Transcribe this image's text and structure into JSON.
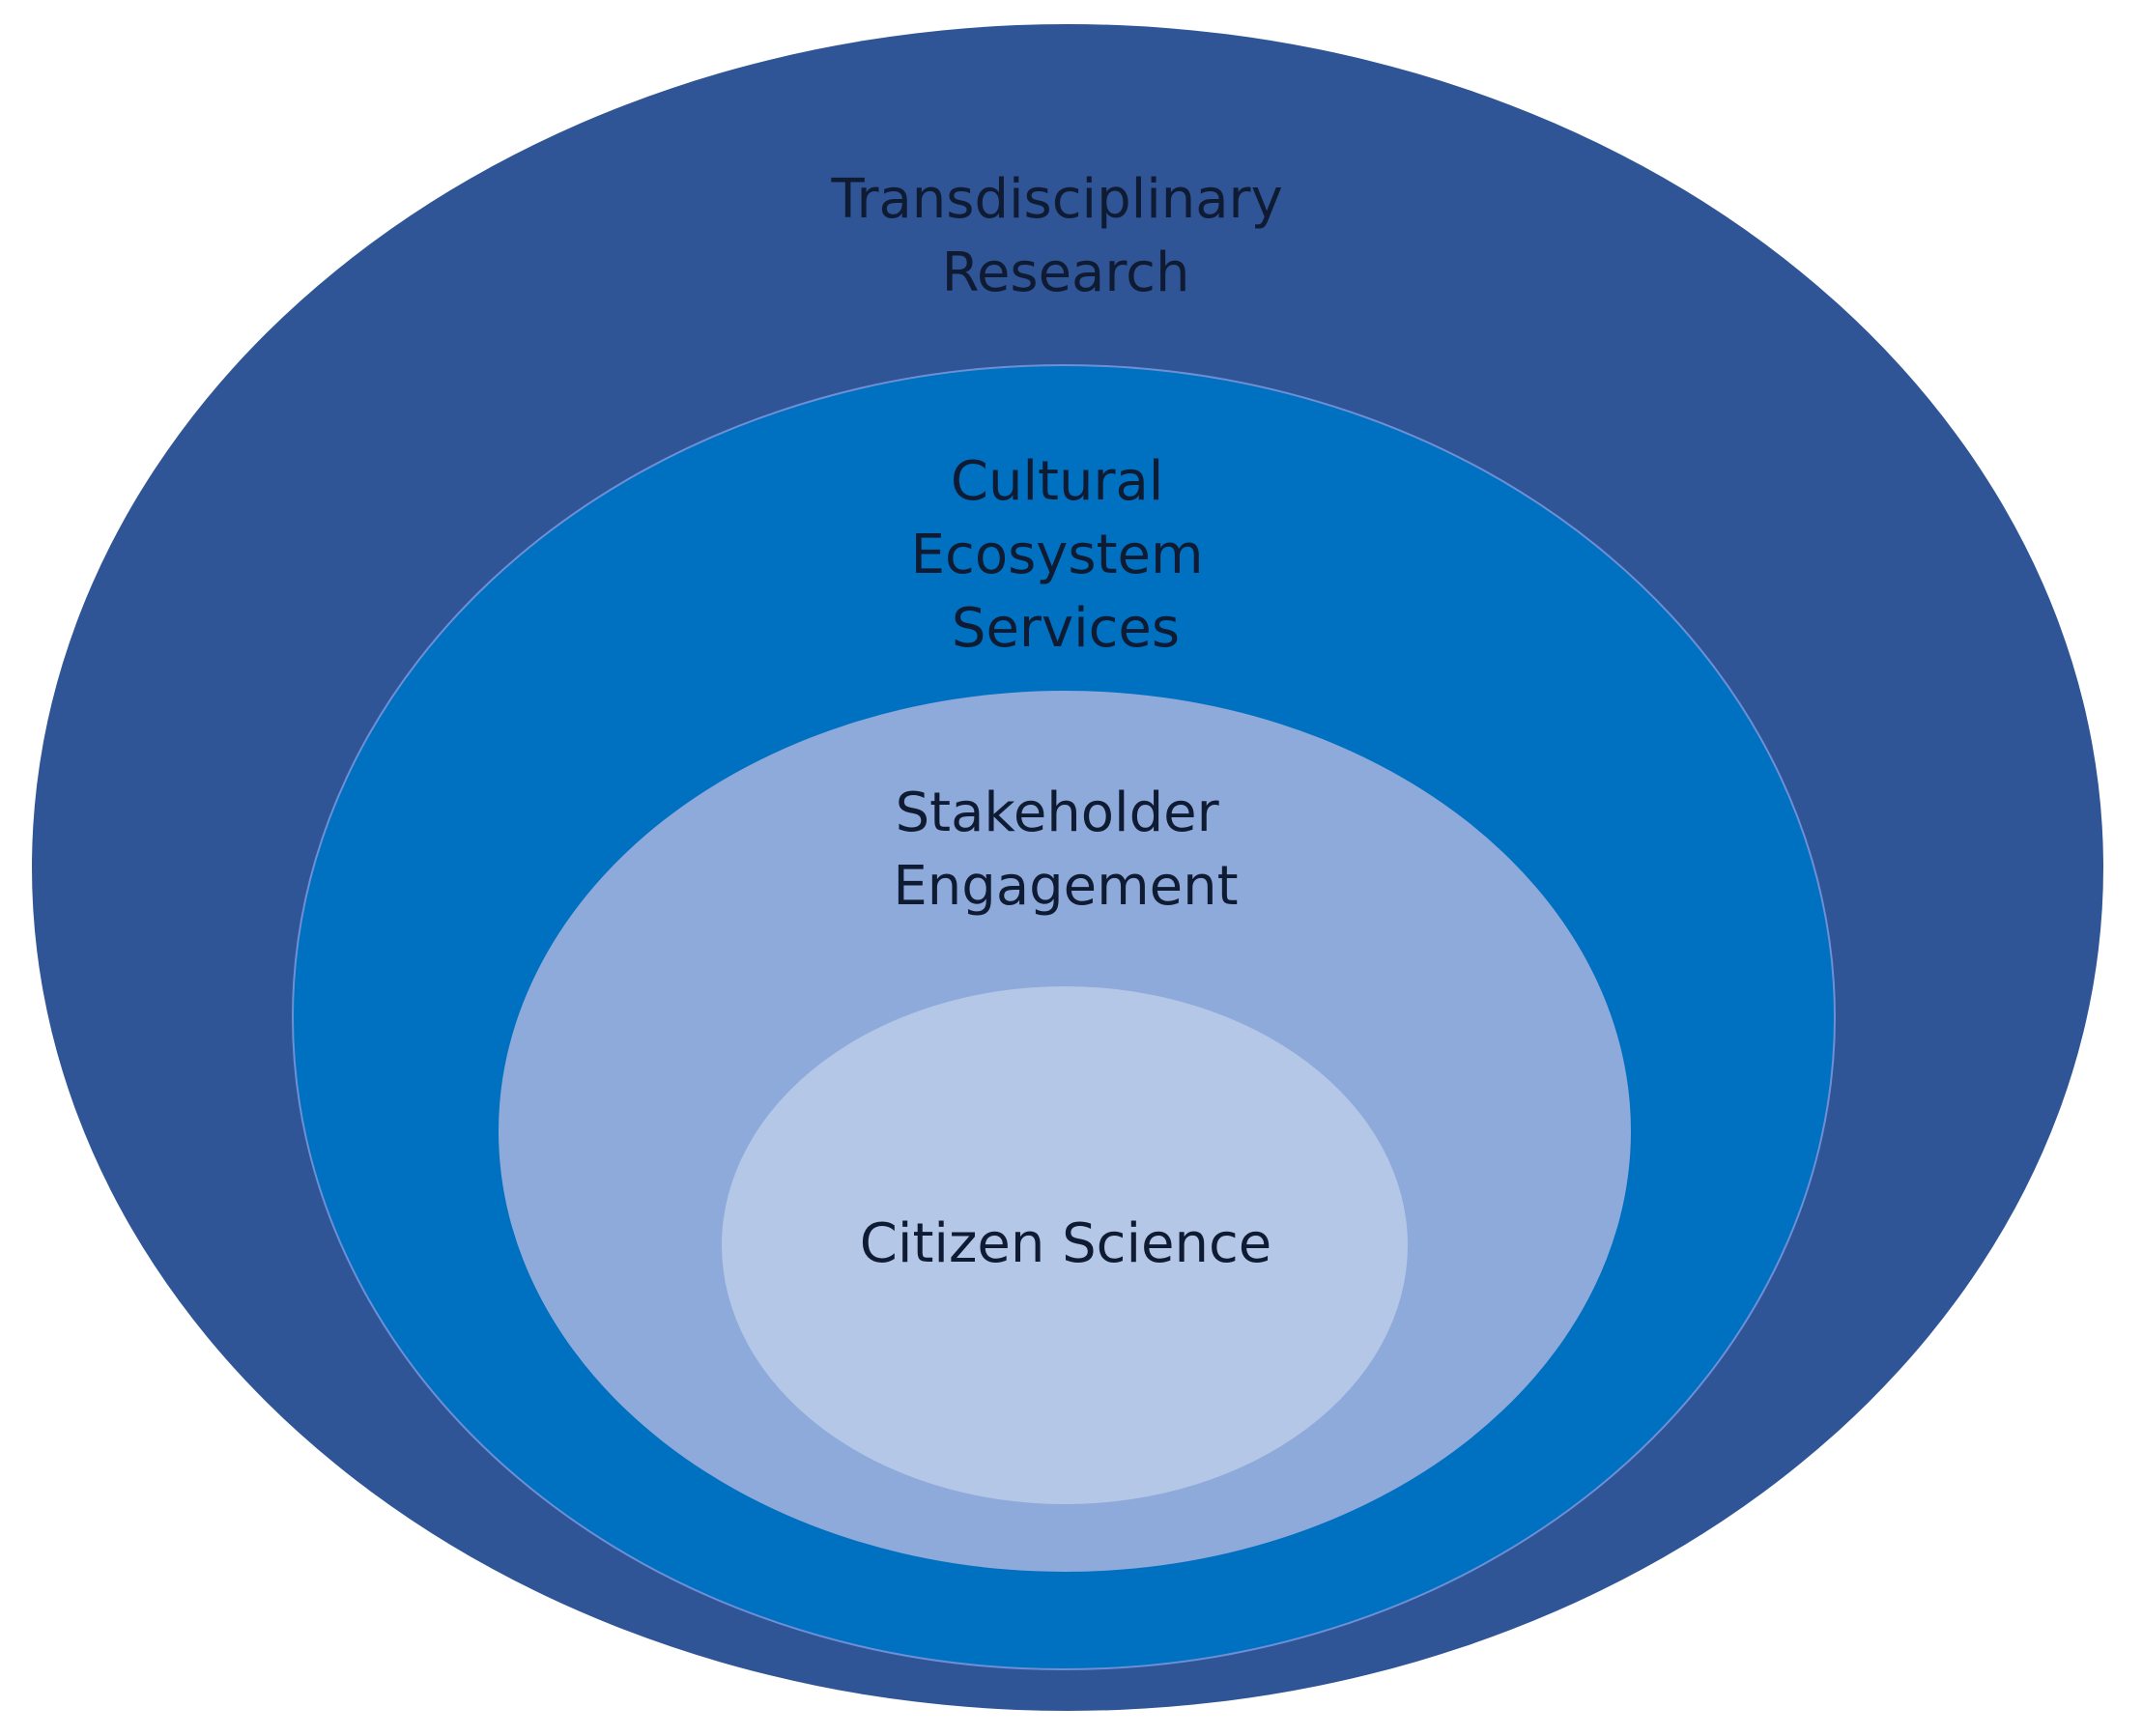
{
  "diagram": {
    "type": "nested-ellipses",
    "colors": {
      "background": "#ffffff",
      "ring_1": "#2f5597",
      "ring_2": "#0070c0",
      "ring_3": "#8eaadb",
      "ring_4": "#b4c7e7",
      "text": "#0f1b33"
    },
    "rings": [
      {
        "label_lines": [
          "Transdisciplinary",
          "Research"
        ]
      },
      {
        "label_lines": [
          "Cultural",
          "Ecosystem",
          "Services"
        ]
      },
      {
        "label_lines": [
          "Stakeholder",
          "Engagement"
        ]
      },
      {
        "label_lines": [
          "Citizen Science"
        ]
      }
    ]
  }
}
